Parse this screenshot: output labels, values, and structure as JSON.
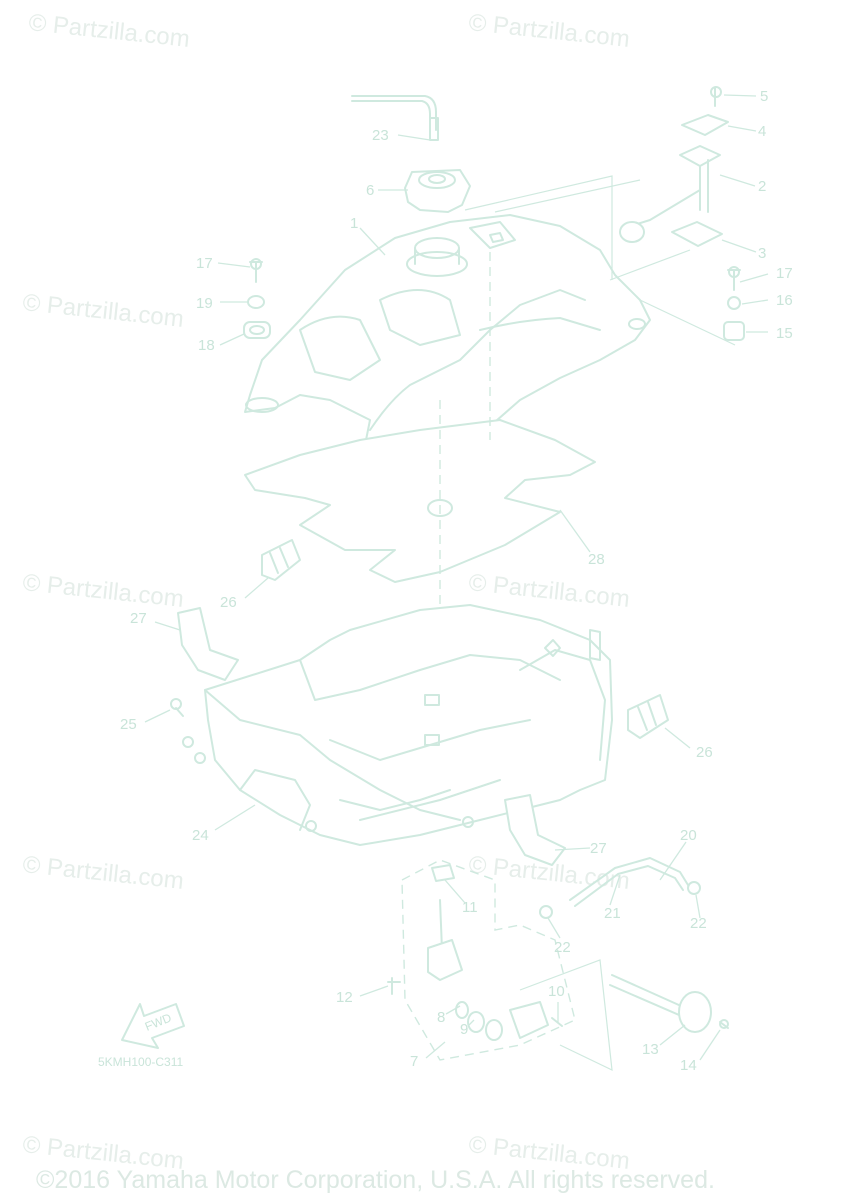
{
  "watermark": {
    "text": "© Partzilla.com"
  },
  "callouts": {
    "c1": "1",
    "c2": "2",
    "c3": "3",
    "c4": "4",
    "c5": "5",
    "c6": "6",
    "c7": "7",
    "c8": "8",
    "c9": "9",
    "c10": "10",
    "c11": "11",
    "c12": "12",
    "c13": "13",
    "c14": "14",
    "c15": "15",
    "c16": "16",
    "c17a": "17",
    "c17b": "17",
    "c18": "18",
    "c19": "19",
    "c20": "20",
    "c21": "21",
    "c22a": "22",
    "c22b": "22",
    "c23": "23",
    "c24": "24",
    "c25": "25",
    "c26a": "26",
    "c26b": "26",
    "c27a": "27",
    "c27b": "27",
    "c28": "28"
  },
  "fwd_label": "FWD",
  "diagram_code": "5KMH100-C311",
  "copyright": "©2016 Yamaha Motor Corporation, U.S.A. All rights reserved."
}
